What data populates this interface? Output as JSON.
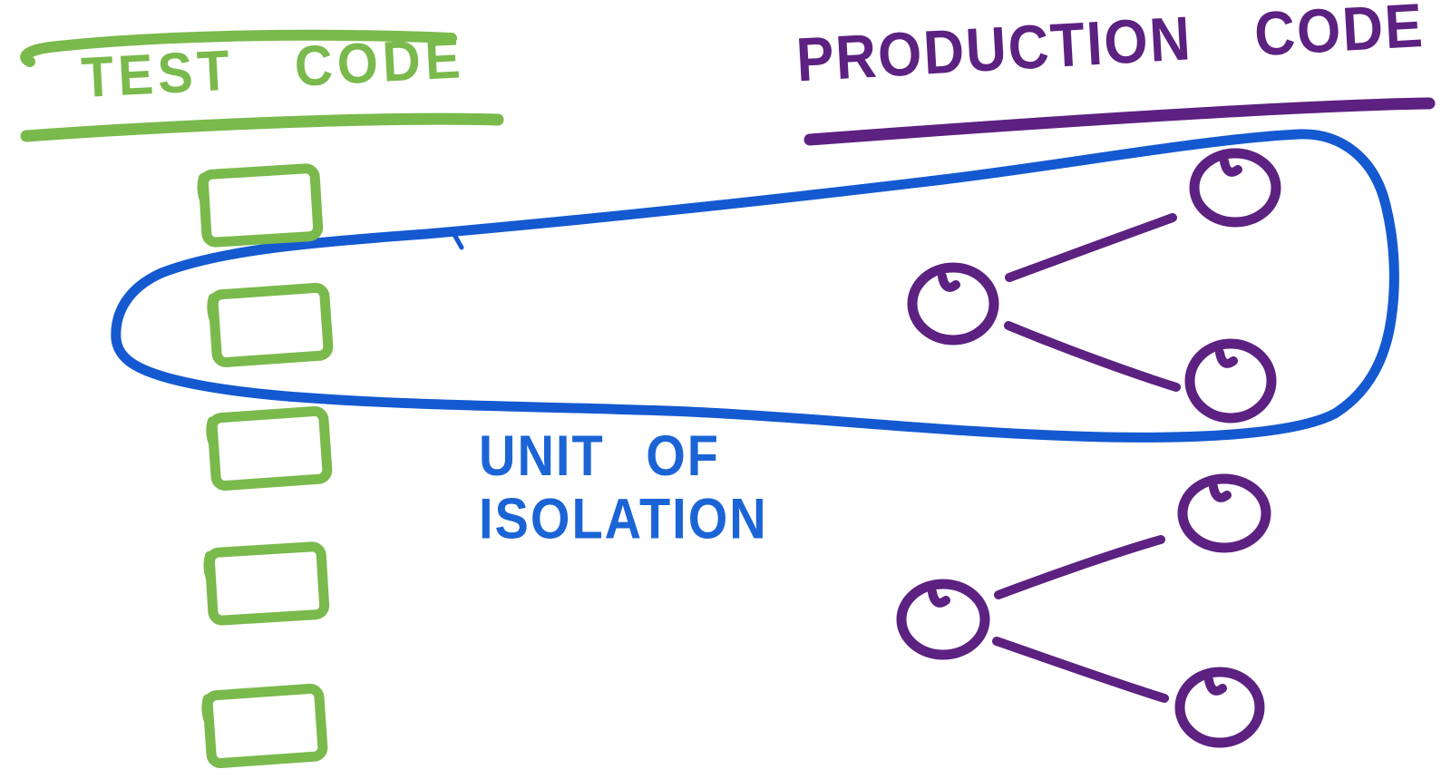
{
  "colors": {
    "background": "#ffffff",
    "test_green": "#7ab94c",
    "production_purple": "#5c2181",
    "loop_blue": "#1459d0",
    "text_blue": "#1b64d6"
  },
  "labels": {
    "test_code": "TEST CODE",
    "production_code": "PRODUCTION CODE",
    "unit_of_isolation_line1": "UNIT OF",
    "unit_of_isolation_line2": "ISOLATION"
  },
  "diagram": {
    "test_boxes_count": 5,
    "test_boxes_inside_loop": 1,
    "production_clusters": [
      {
        "nodes": 3,
        "edges": 2,
        "inside_loop": true
      },
      {
        "nodes": 3,
        "edges": 2,
        "inside_loop": false
      }
    ],
    "loop_label": "UNIT OF ISOLATION"
  }
}
